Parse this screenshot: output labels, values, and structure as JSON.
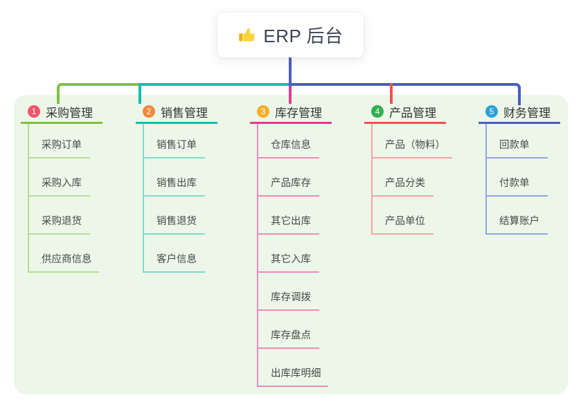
{
  "root": {
    "title": "ERP 后台",
    "icon": "thumbs-up-icon",
    "stem_color": "#4a5cc4"
  },
  "board": {
    "background": "#ecf7e9"
  },
  "branches": [
    {
      "number": "1",
      "title": "采购管理",
      "badge_color": "#f0566a",
      "line_color": "#7fc13d",
      "child_line_color": "#b5dc92",
      "children": [
        "采购订单",
        "采购入库",
        "采购退货",
        "供应商信息"
      ]
    },
    {
      "number": "2",
      "title": "销售管理",
      "badge_color": "#f2883d",
      "line_color": "#10bfb0",
      "child_line_color": "#7fd9cd",
      "children": [
        "销售订单",
        "销售出库",
        "销售退货",
        "客户信息"
      ]
    },
    {
      "number": "3",
      "title": "库存管理",
      "badge_color": "#f5ae2c",
      "line_color": "#e03a92",
      "child_line_color": "#f287bd",
      "children": [
        "仓库信息",
        "产品库存",
        "其它出库",
        "其它入库",
        "库存调拨",
        "库存盘点",
        "出库库明细"
      ]
    },
    {
      "number": "4",
      "title": "产品管理",
      "badge_color": "#33ae51",
      "line_color": "#f1504e",
      "child_line_color": "#f7a3a2",
      "children": [
        "产品（物料）",
        "产品分类",
        "产品单位"
      ]
    },
    {
      "number": "5",
      "title": "财务管理",
      "badge_color": "#2f9fd8",
      "line_color": "#4a5cc4",
      "child_line_color": "#93a4e3",
      "children": [
        "回款单",
        "付款单",
        "结算账户"
      ]
    }
  ]
}
